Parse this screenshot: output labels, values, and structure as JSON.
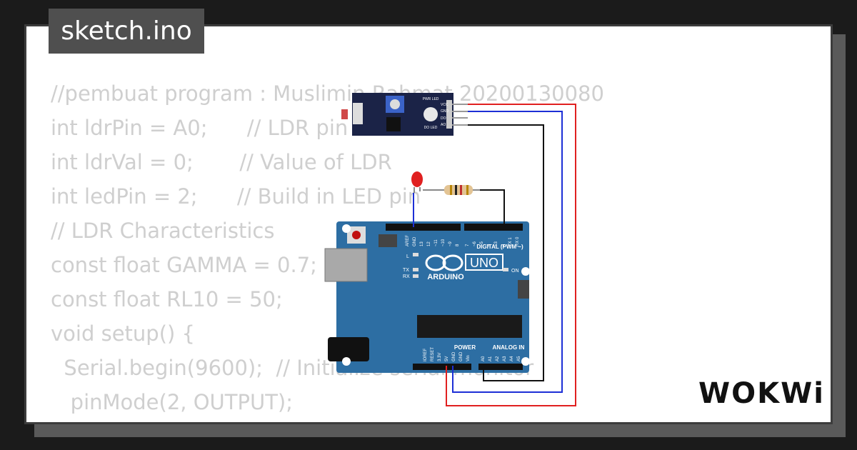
{
  "title": "sketch.ino",
  "code_lines": [
    "//pembuat program : Muslimin Rahmat 20200130080",
    "int ldrPin = A0;      // LDR pin",
    "int ldrVal = 0;       // Value of LDR",
    "int ledPin = 2;      // Build in LED pin",
    "// LDR Characteristics",
    "const float GAMMA = 0.7;",
    "const float RL10 = 50;",
    "void setup() {",
    "  Serial.begin(9600);  // Initialize serial monitor",
    "   pinMode(2, OUTPUT);",
    "}"
  ],
  "board": {
    "name": "UNO",
    "brand": "ARDUINO",
    "digital_label": "DIGITAL (PWM ~)",
    "power_label": "POWER",
    "analog_label": "ANALOG IN",
    "on_label": "ON",
    "tx_label": "TX",
    "rx_label": "RX",
    "l_label": "L",
    "aref_label": "AREF",
    "gnd_label": "GND",
    "top_pins": [
      "13",
      "12",
      "~11",
      "~10",
      "~9",
      "8",
      "7",
      "~6",
      "~5",
      "4",
      "~3",
      "2",
      "TX 1",
      "RX 0"
    ],
    "power_pins": [
      "IOREF",
      "RESET",
      "3.3V",
      "5V",
      "GND",
      "GND",
      "Vin"
    ],
    "analog_pins": [
      "A0",
      "A1",
      "A2",
      "A3",
      "A4",
      "A5"
    ]
  },
  "sensor": {
    "pins": [
      "VCC",
      "GND",
      "DO",
      "AO"
    ],
    "pwr_label": "PWR LED",
    "do_label": "DO LED"
  },
  "brand_logo": "WOKWi",
  "colors": {
    "board_blue": "#2d6ea3",
    "wire_red": "#e02020",
    "wire_blue": "#1d2fd6",
    "wire_black": "#111111",
    "code_gray": "#cfcfcf"
  }
}
